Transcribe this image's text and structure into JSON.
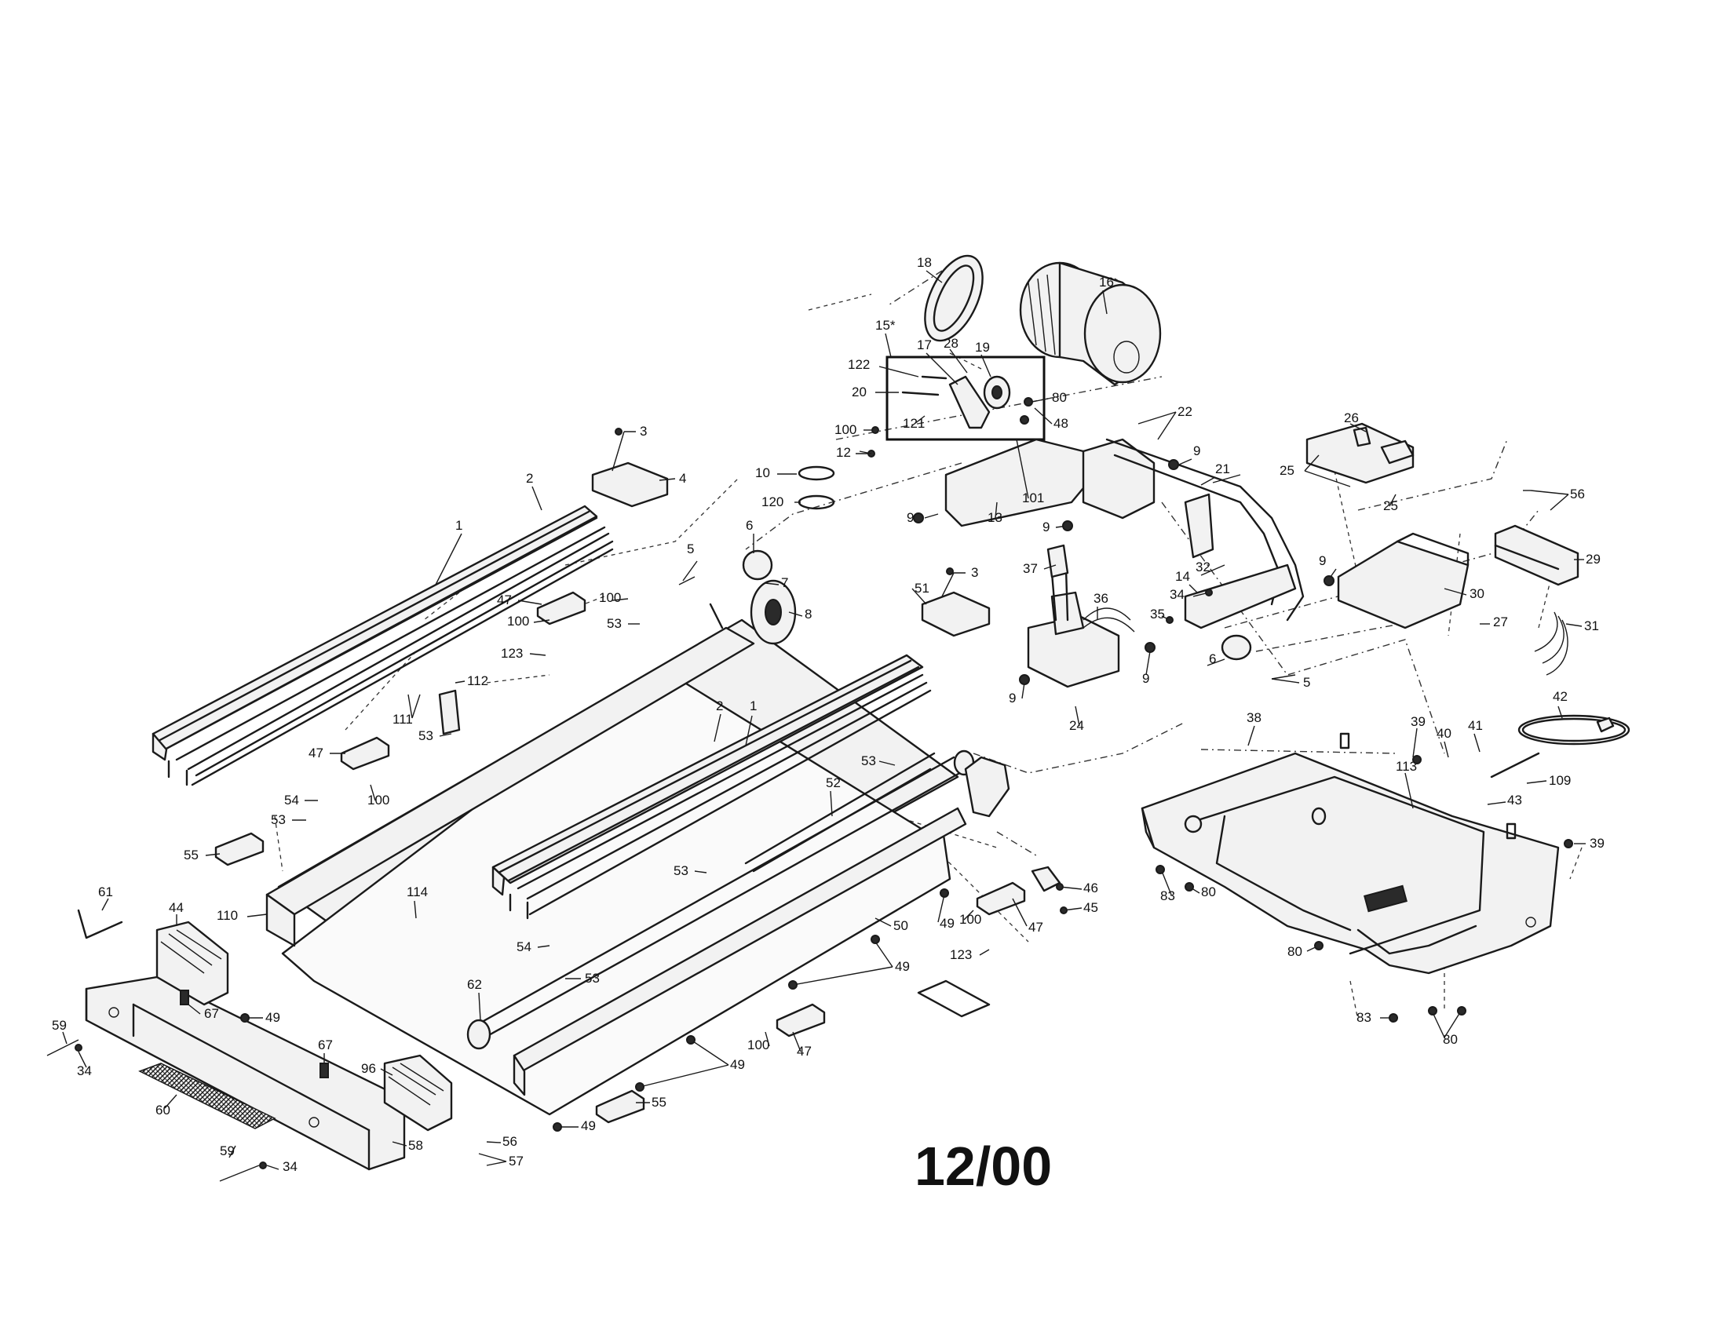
{
  "date_stamp": "12/00",
  "callouts": [
    {
      "id": "c1",
      "text": "1"
    },
    {
      "id": "c1b",
      "text": "1"
    },
    {
      "id": "c2",
      "text": "2"
    },
    {
      "id": "c2b",
      "text": "2"
    },
    {
      "id": "c3",
      "text": "3"
    },
    {
      "id": "c3b",
      "text": "3"
    },
    {
      "id": "c4",
      "text": "4"
    },
    {
      "id": "c5",
      "text": "5"
    },
    {
      "id": "c5b",
      "text": "5"
    },
    {
      "id": "c6",
      "text": "6"
    },
    {
      "id": "c6b",
      "text": "6"
    },
    {
      "id": "c7",
      "text": "7"
    },
    {
      "id": "c8",
      "text": "8"
    },
    {
      "id": "c9a",
      "text": "9"
    },
    {
      "id": "c9b",
      "text": "9"
    },
    {
      "id": "c9c",
      "text": "9"
    },
    {
      "id": "c9d",
      "text": "9"
    },
    {
      "id": "c9e",
      "text": "9"
    },
    {
      "id": "c9f",
      "text": "9"
    },
    {
      "id": "c10",
      "text": "10"
    },
    {
      "id": "c12",
      "text": "12"
    },
    {
      "id": "c13",
      "text": "13"
    },
    {
      "id": "c14",
      "text": "14"
    },
    {
      "id": "c15",
      "text": "15*"
    },
    {
      "id": "c16",
      "text": "16"
    },
    {
      "id": "c17",
      "text": "17"
    },
    {
      "id": "c18",
      "text": "18"
    },
    {
      "id": "c19",
      "text": "19"
    },
    {
      "id": "c20",
      "text": "20"
    },
    {
      "id": "c21",
      "text": "21"
    },
    {
      "id": "c22",
      "text": "22"
    },
    {
      "id": "c24",
      "text": "24"
    },
    {
      "id": "c25a",
      "text": "25"
    },
    {
      "id": "c25b",
      "text": "25"
    },
    {
      "id": "c26",
      "text": "26"
    },
    {
      "id": "c27",
      "text": "27"
    },
    {
      "id": "c28",
      "text": "28"
    },
    {
      "id": "c29",
      "text": "29"
    },
    {
      "id": "c30",
      "text": "30"
    },
    {
      "id": "c31",
      "text": "31"
    },
    {
      "id": "c32",
      "text": "32"
    },
    {
      "id": "c34a",
      "text": "34"
    },
    {
      "id": "c34b",
      "text": "34"
    },
    {
      "id": "c34c",
      "text": "34"
    },
    {
      "id": "c35",
      "text": "35"
    },
    {
      "id": "c36",
      "text": "36"
    },
    {
      "id": "c37",
      "text": "37"
    },
    {
      "id": "c38",
      "text": "38"
    },
    {
      "id": "c39a",
      "text": "39"
    },
    {
      "id": "c39b",
      "text": "39"
    },
    {
      "id": "c40",
      "text": "40"
    },
    {
      "id": "c41",
      "text": "41"
    },
    {
      "id": "c42",
      "text": "42"
    },
    {
      "id": "c43",
      "text": "43"
    },
    {
      "id": "c44",
      "text": "44"
    },
    {
      "id": "c45",
      "text": "45"
    },
    {
      "id": "c46",
      "text": "46"
    },
    {
      "id": "c47a",
      "text": "47"
    },
    {
      "id": "c47b",
      "text": "47"
    },
    {
      "id": "c47c",
      "text": "47"
    },
    {
      "id": "c47d",
      "text": "47"
    },
    {
      "id": "c48",
      "text": "48"
    },
    {
      "id": "c49a",
      "text": "49"
    },
    {
      "id": "c49b",
      "text": "49"
    },
    {
      "id": "c49c",
      "text": "49"
    },
    {
      "id": "c49d",
      "text": "49"
    },
    {
      "id": "c49e",
      "text": "49"
    },
    {
      "id": "c50",
      "text": "50"
    },
    {
      "id": "c51",
      "text": "51"
    },
    {
      "id": "c52",
      "text": "52"
    },
    {
      "id": "c53a",
      "text": "53"
    },
    {
      "id": "c53b",
      "text": "53"
    },
    {
      "id": "c53c",
      "text": "53"
    },
    {
      "id": "c53d",
      "text": "53"
    },
    {
      "id": "c53e",
      "text": "53"
    },
    {
      "id": "c53f",
      "text": "53"
    },
    {
      "id": "c54a",
      "text": "54"
    },
    {
      "id": "c54b",
      "text": "54"
    },
    {
      "id": "c55a",
      "text": "55"
    },
    {
      "id": "c55b",
      "text": "55"
    },
    {
      "id": "c56a",
      "text": "56"
    },
    {
      "id": "c56b",
      "text": "56"
    },
    {
      "id": "c57",
      "text": "57"
    },
    {
      "id": "c58",
      "text": "58"
    },
    {
      "id": "c59a",
      "text": "59"
    },
    {
      "id": "c59b",
      "text": "59"
    },
    {
      "id": "c60",
      "text": "60"
    },
    {
      "id": "c61",
      "text": "61"
    },
    {
      "id": "c62",
      "text": "62"
    },
    {
      "id": "c67a",
      "text": "67"
    },
    {
      "id": "c67b",
      "text": "67"
    },
    {
      "id": "c80a",
      "text": "80"
    },
    {
      "id": "c80b",
      "text": "80"
    },
    {
      "id": "c80c",
      "text": "80"
    },
    {
      "id": "c80d",
      "text": "80"
    },
    {
      "id": "c83a",
      "text": "83"
    },
    {
      "id": "c83b",
      "text": "83"
    },
    {
      "id": "c96",
      "text": "96"
    },
    {
      "id": "c100a",
      "text": "100"
    },
    {
      "id": "c100b",
      "text": "100"
    },
    {
      "id": "c100c",
      "text": "100"
    },
    {
      "id": "c100d",
      "text": "100"
    },
    {
      "id": "c100e",
      "text": "100"
    },
    {
      "id": "c100f",
      "text": "100"
    },
    {
      "id": "c101",
      "text": "101"
    },
    {
      "id": "c109",
      "text": "109"
    },
    {
      "id": "c110",
      "text": "110"
    },
    {
      "id": "c111",
      "text": "111"
    },
    {
      "id": "c112",
      "text": "112"
    },
    {
      "id": "c113",
      "text": "113"
    },
    {
      "id": "c114",
      "text": "114"
    },
    {
      "id": "c120",
      "text": "120"
    },
    {
      "id": "c121",
      "text": "121"
    },
    {
      "id": "c122",
      "text": "122"
    },
    {
      "id": "c123a",
      "text": "123"
    },
    {
      "id": "c123b",
      "text": "123"
    }
  ]
}
